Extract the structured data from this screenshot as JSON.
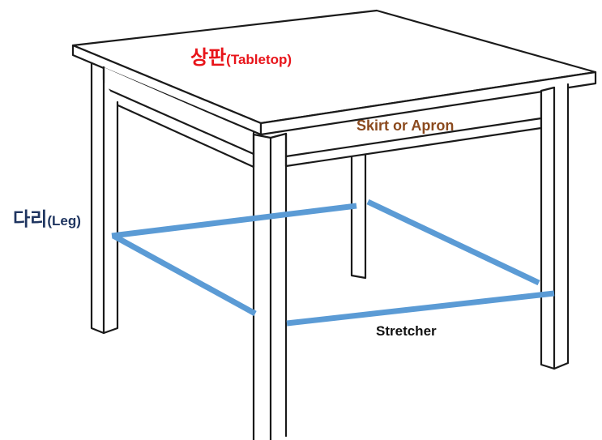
{
  "colors": {
    "tabletop": "#e8141a",
    "skirt": "#8b4a1e",
    "leg": "#1f3560",
    "stretcher_text": "#111111",
    "stretcher_line": "#5b9bd5",
    "outline": "#1a1a1a"
  },
  "labels": {
    "tabletop": {
      "main": "상판",
      "sub": "(Tabletop)"
    },
    "skirt": "Skirt or Apron",
    "leg": {
      "main": "다리",
      "sub": "(Leg)"
    },
    "stretcher": "Stretcher"
  }
}
